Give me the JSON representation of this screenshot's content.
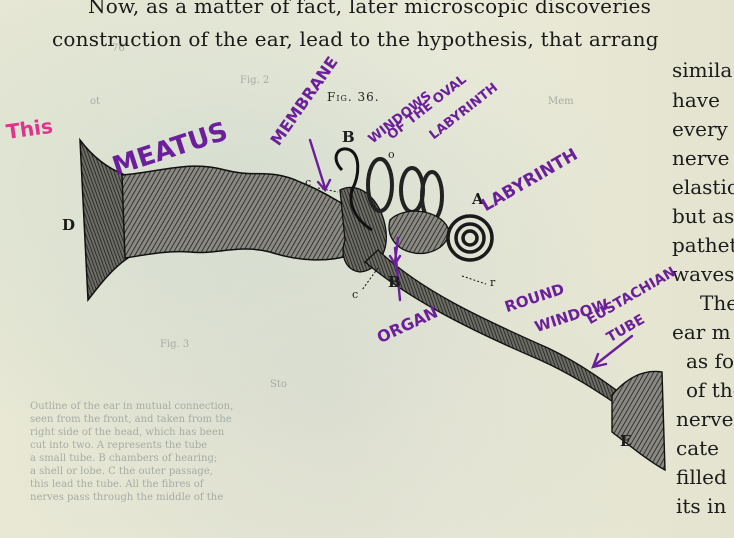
{
  "book": {
    "lines": [
      "Now, as a matter of fact, later microscopic discoveries",
      "construction of the ear, lead to the hypothesis, that arrang"
    ],
    "right_column": [
      "simila",
      "have",
      "every",
      "nerve",
      "elastic",
      "but as",
      "pathet",
      "waves",
      "The",
      "ear m",
      "as fo",
      "of the",
      "nerve",
      "cate",
      "filled",
      "its in"
    ],
    "figure_label": "Fig. 36.",
    "letters": {
      "B_top": "B",
      "o": "o",
      "c_top": "c",
      "D": "D",
      "A": "A",
      "c_bottom": "c",
      "B_bottom": "B",
      "r": "r",
      "E": "E"
    }
  },
  "ghost": {
    "caption": [
      "Outline of the ear in mutual connection,",
      "seen from the front, and taken from the",
      "right side of the head, which has been",
      "cut into two. A represents the tube",
      "a small tube. B chambers of hearing;",
      "a shell or lobe. C the outer passage,",
      "this lead the tube. All the fibres of",
      "nerves pass through the middle of the"
    ],
    "fragments": [
      "76",
      "Fig. 2",
      "Mem",
      "ot",
      "Fig. 3",
      "Sto"
    ]
  },
  "annotations": {
    "meatus": "MEATUS",
    "membrane": "MEMBRANE",
    "window_oval": [
      "WINDOWS",
      "OF THE OVAL",
      "LABYRINTH"
    ],
    "labyrinth": "LABYRINTH",
    "organ": "ORGAN",
    "round_window": [
      "ROUND",
      "WINDOW"
    ],
    "eustachian": [
      "EUSTACHIAN",
      "TUBE"
    ],
    "pink": "This"
  },
  "colors": {
    "ink_purple": "#6b1f9a",
    "ink_pink": "#e0338c",
    "engraving": "#2b2b2b",
    "paper": "#e9ead8"
  }
}
